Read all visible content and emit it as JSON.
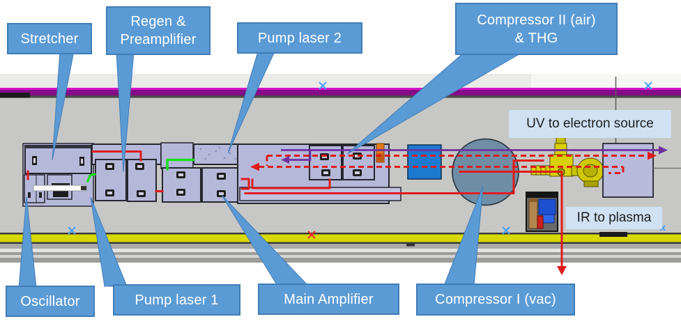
{
  "figure": {
    "description": "Laser system facility layout diagram",
    "callouts": [
      {
        "id": "stretcher",
        "label": "Stretcher"
      },
      {
        "id": "regen-preamplifier",
        "label": "Regen &\nPreamplifier"
      },
      {
        "id": "pump-laser-2",
        "label": "Pump laser 2"
      },
      {
        "id": "compressor-ii-thg",
        "label": "Compressor II (air)\n& THG"
      },
      {
        "id": "oscillator",
        "label": "Oscillator"
      },
      {
        "id": "pump-laser-1",
        "label": "Pump laser 1"
      },
      {
        "id": "main-amplifier",
        "label": "Main Amplifier"
      },
      {
        "id": "compressor-i-vac",
        "label": "Compressor I (vac)"
      }
    ],
    "beam_labels": [
      {
        "id": "uv-to-electron-source",
        "label": "UV to electron source"
      },
      {
        "id": "ir-to-plasma",
        "label": "IR to plasma"
      }
    ],
    "colors": {
      "callout_fill": "#5b9bd5",
      "callout_border": "#3f7cb8",
      "beam_label_fill": "#cfe1f3",
      "ir_beam_red": "#e01b1b",
      "uv_beam_purple": "#7030a0",
      "pump_beam_green": "#1ddd1d",
      "optical_table_lavender": "#b6b8da",
      "magenta_stripe": "#850c88",
      "yellow_floor_strip": "#d8d803",
      "compressor_vessel": "#6f8ea6",
      "blue_component": "#1b79cf",
      "orange_component": "#e0791b",
      "hall_gray": "#c7c7c5"
    }
  }
}
